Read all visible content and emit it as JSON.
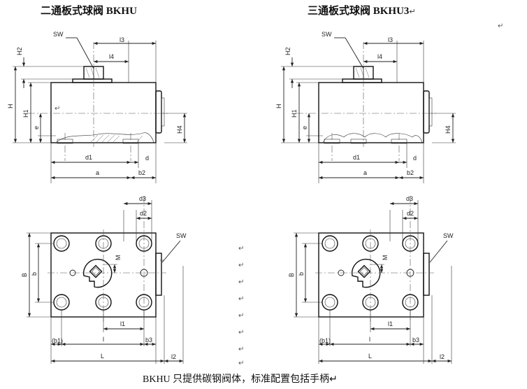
{
  "titles": {
    "left": "二通板式球阀 BKHU",
    "right": "三通板式球阀 BKHU3",
    "right_mark": "↵"
  },
  "caption": "BKHU 只提供碳钢阀体，标准配置包括手柄↵",
  "paragraph_mark": "↵",
  "labels": {
    "sw": "SW",
    "l3": "l3",
    "l4": "l4",
    "H2": "H2",
    "H": "H",
    "H1": "H1",
    "e": "e",
    "H4": "H4",
    "d1": "d1",
    "d": "d",
    "a": "a",
    "b2": "b2",
    "d3": "d3",
    "d2": "d2",
    "M": "M",
    "B": "B",
    "b": "b",
    "l1": "l1",
    "b1": "(b1)",
    "l": "l",
    "b3": "b3",
    "L": "L",
    "l2": "l2"
  }
}
